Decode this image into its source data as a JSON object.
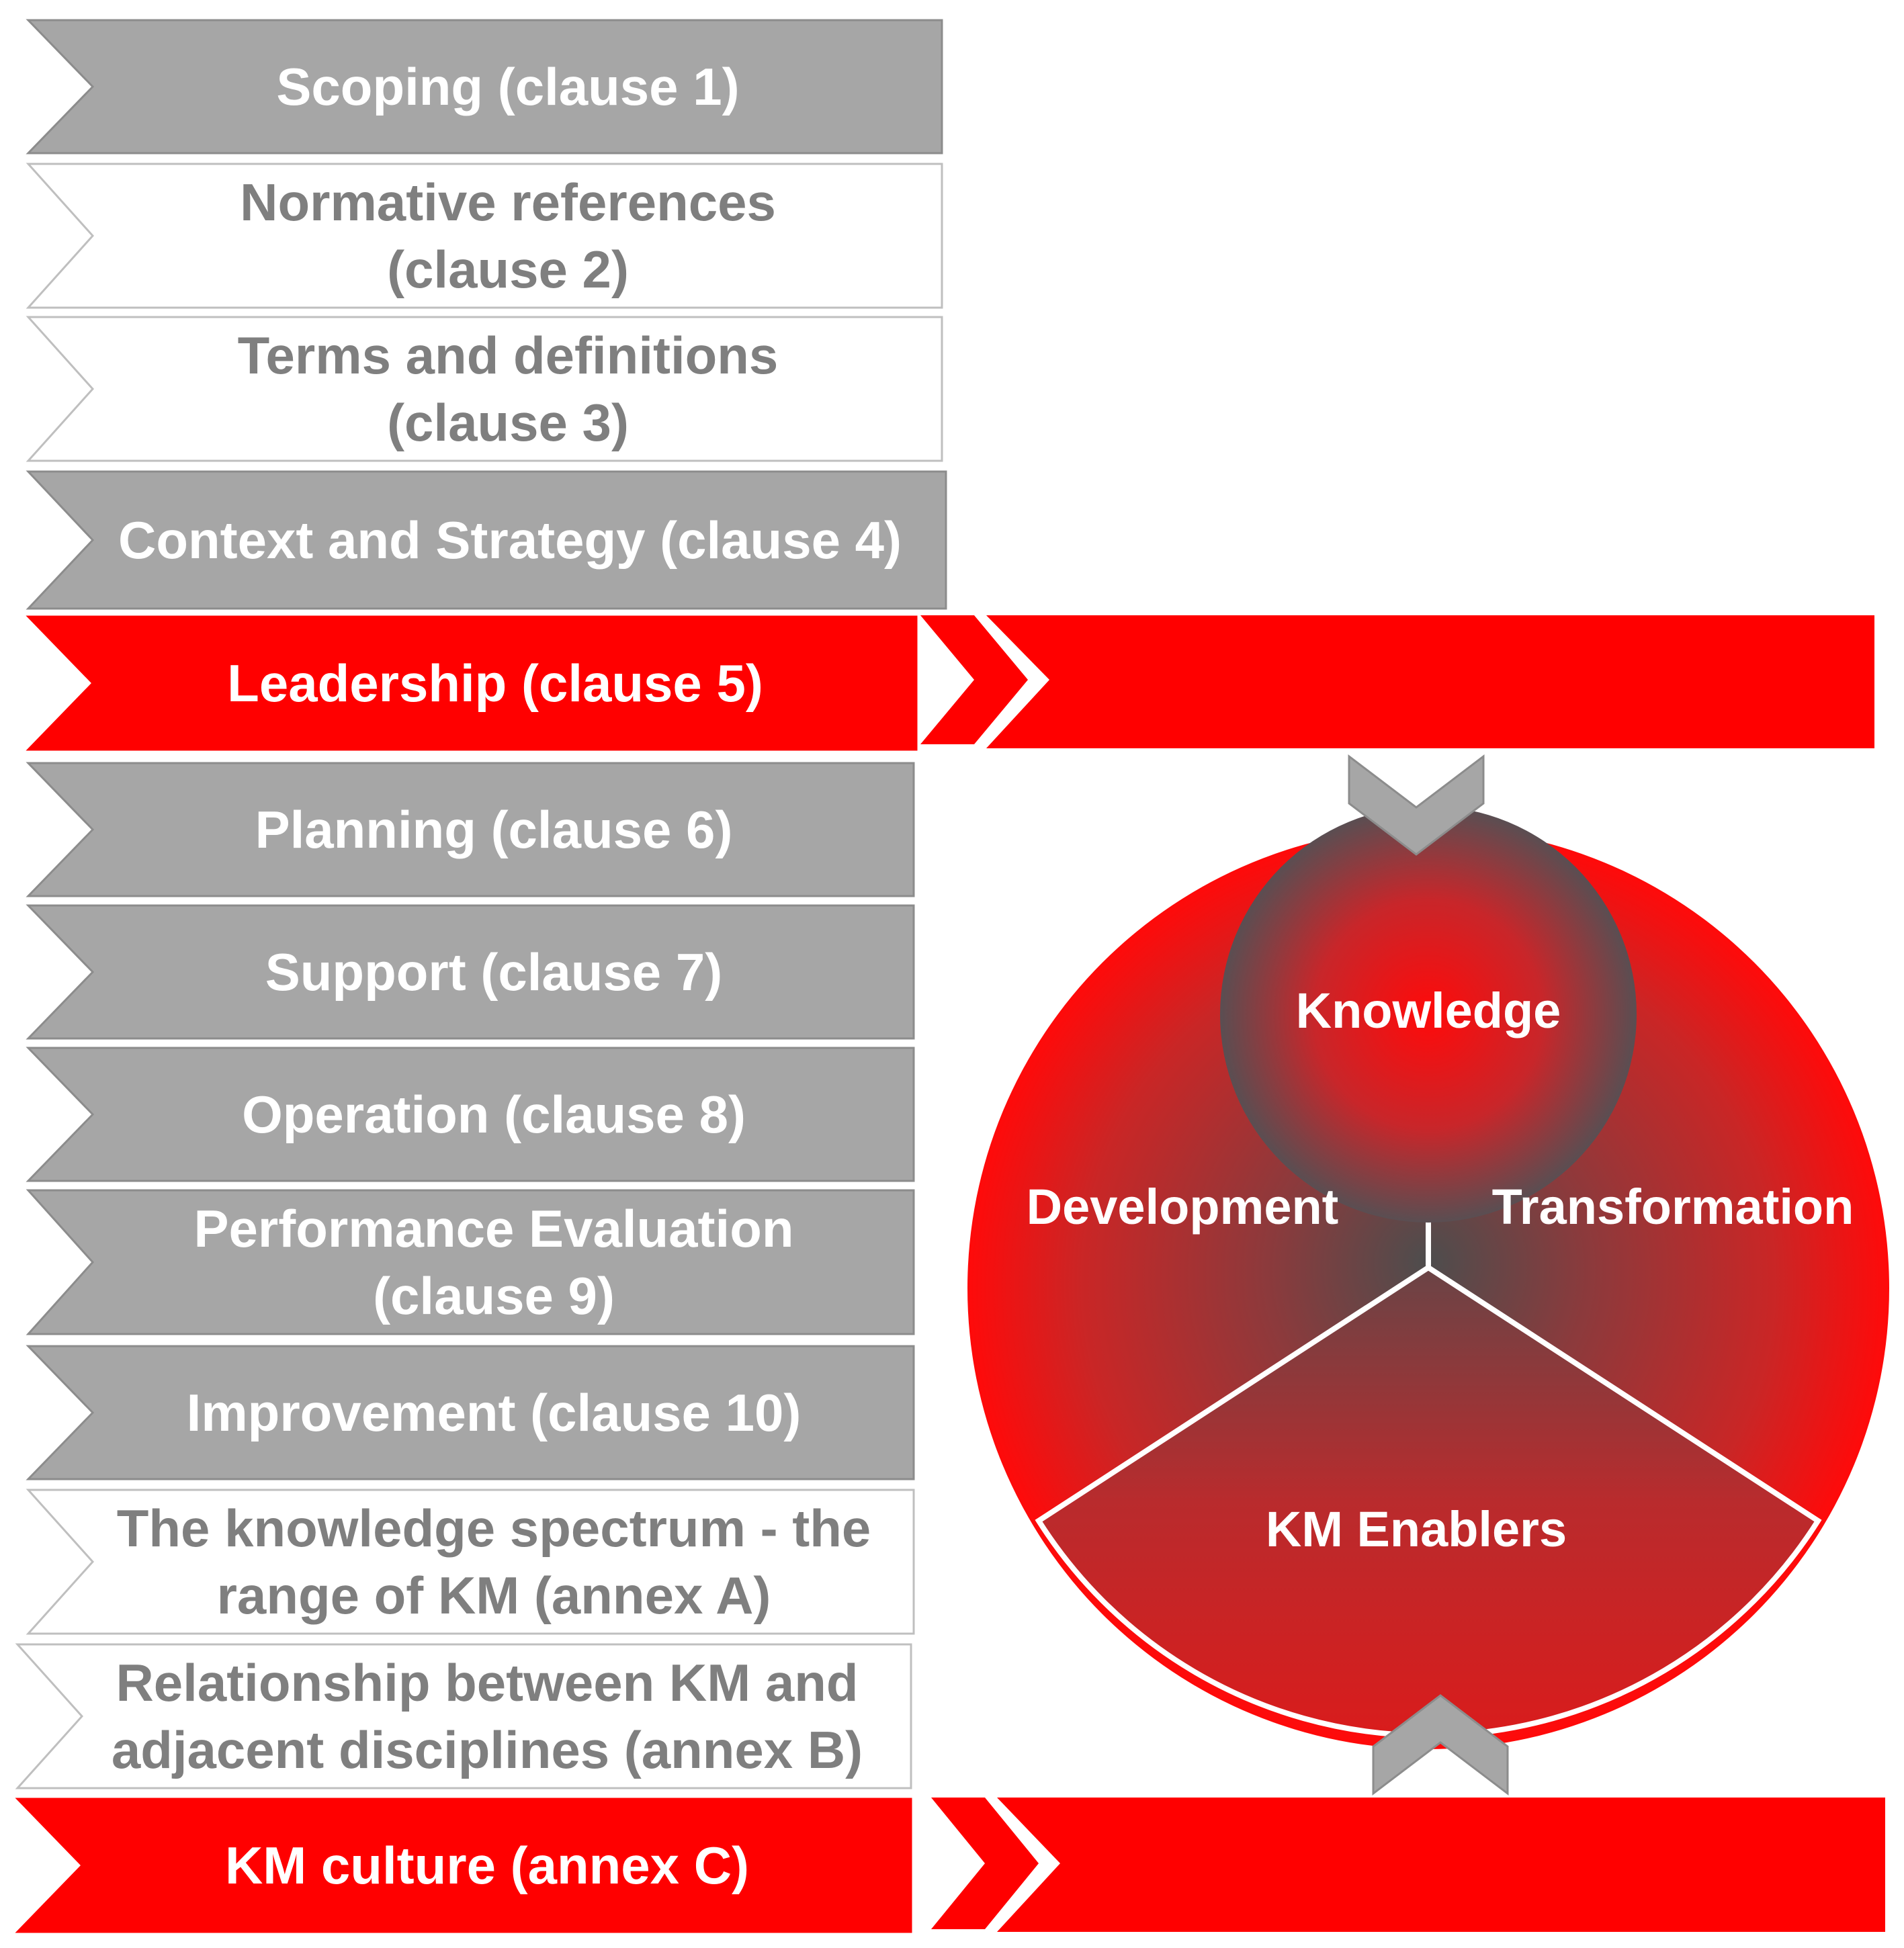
{
  "clauses": [
    {
      "id": "scoping",
      "lines": [
        "Scoping (clause 1)"
      ],
      "style": "gray"
    },
    {
      "id": "normative-references",
      "lines": [
        "Normative references",
        "(clause 2)"
      ],
      "style": "white"
    },
    {
      "id": "terms-definitions",
      "lines": [
        "Terms and definitions",
        "(clause 3)"
      ],
      "style": "white"
    },
    {
      "id": "context-strategy",
      "lines": [
        "Context and Strategy (clause 4)"
      ],
      "style": "gray"
    },
    {
      "id": "leadership",
      "lines": [
        "Leadership (clause 5)"
      ],
      "style": "red"
    },
    {
      "id": "planning",
      "lines": [
        "Planning (clause 6)"
      ],
      "style": "gray"
    },
    {
      "id": "support",
      "lines": [
        "Support (clause 7)"
      ],
      "style": "gray"
    },
    {
      "id": "operation",
      "lines": [
        "Operation (clause 8)"
      ],
      "style": "gray"
    },
    {
      "id": "performance-evaluation",
      "lines": [
        "Performance Evaluation",
        "(clause 9)"
      ],
      "style": "gray"
    },
    {
      "id": "improvement",
      "lines": [
        "Improvement (clause 10)"
      ],
      "style": "gray"
    },
    {
      "id": "knowledge-spectrum",
      "lines": [
        "The knowledge spectrum - the",
        "range of KM (annex A)"
      ],
      "style": "white"
    },
    {
      "id": "adjacent-disciplines",
      "lines": [
        "Relationship between KM and",
        "adjacent disciplines (annex B)"
      ],
      "style": "white"
    },
    {
      "id": "km-culture",
      "lines": [
        "KM culture (annex C)"
      ],
      "style": "red"
    }
  ],
  "circle": {
    "knowledge": "Knowledge",
    "development": "Development",
    "transformation": "Transformation",
    "enablers": "KM Enablers"
  },
  "colors": {
    "gray": "#a6a6a6",
    "red": "#ff0000",
    "dark_gray": "#595959",
    "text_gray": "#7f7f7f",
    "border_gray": "#bfbfbf",
    "white": "#ffffff"
  }
}
